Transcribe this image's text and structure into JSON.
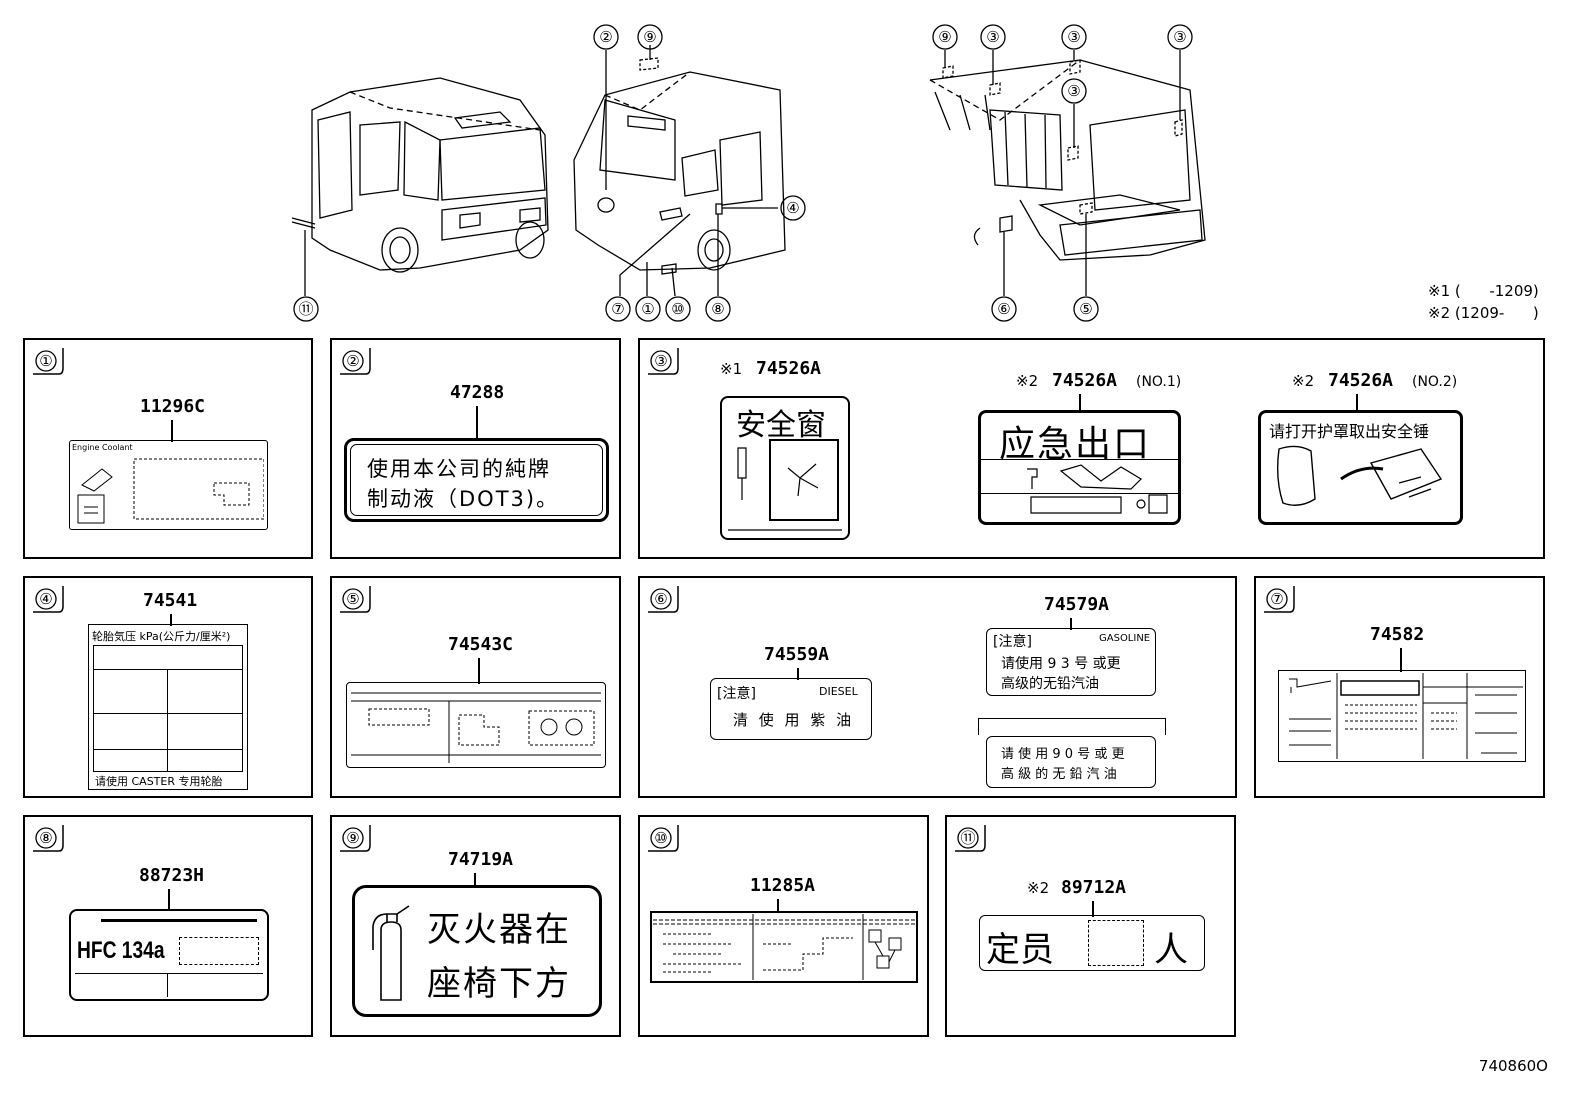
{
  "callouts": [
    "①",
    "②",
    "③",
    "④",
    "⑤",
    "⑥",
    "⑦",
    "⑧",
    "⑨",
    "⑩",
    "⑪"
  ],
  "legend": {
    "l1": "※1 (      -1209)",
    "l2": "※2 (1209-      )"
  },
  "diagram_id": "740860O",
  "panels": {
    "p1": {
      "num": "①",
      "code": "11296C",
      "label_title": "Engine Coolant"
    },
    "p2": {
      "num": "②",
      "code": "47288",
      "line1": "使用本公司的純牌",
      "line2": "制动液（DOT3)。"
    },
    "p3": {
      "num": "③",
      "a": {
        "note": "※1",
        "code": "74526A",
        "text": "安全窗"
      },
      "b": {
        "note": "※2",
        "code": "74526A",
        "suffix": "(NO.1)",
        "text": "应急出口"
      },
      "c": {
        "note": "※2",
        "code": "74526A",
        "suffix": "(NO.2)",
        "text": "请打开护罩取出安全锤"
      }
    },
    "p4": {
      "num": "④",
      "code": "74541",
      "header": "轮胎気压 kPa(公斤力/厘米²)",
      "footer": "请使用 CASTER 专用轮胎"
    },
    "p5": {
      "num": "⑤",
      "code": "74543C"
    },
    "p6": {
      "num": "⑥",
      "a": {
        "code": "74559A",
        "tag": "[注意]",
        "fuel": "DIESEL",
        "text": "清 使 用 紫 油"
      },
      "b": {
        "code": "74579A",
        "tag": "[注意]",
        "fuel": "GASOLINE",
        "line1": "请使用 9 3 号 或更",
        "line2": "高级的无铅汽油"
      },
      "c": {
        "line1": "请 使 用 9 0 号 或 更",
        "line2": "高 級 的 无 鉛 汽 油"
      }
    },
    "p7": {
      "num": "⑦",
      "code": "74582"
    },
    "p8": {
      "num": "⑧",
      "code": "88723H",
      "text": "HFC 134a"
    },
    "p9": {
      "num": "⑨",
      "code": "74719A",
      "line1": "灭火器在",
      "line2": "座椅下方"
    },
    "p10": {
      "num": "⑩",
      "code": "11285A"
    },
    "p11": {
      "num": "⑪",
      "note": "※2",
      "code": "89712A",
      "left": "定员",
      "right": "人"
    }
  }
}
